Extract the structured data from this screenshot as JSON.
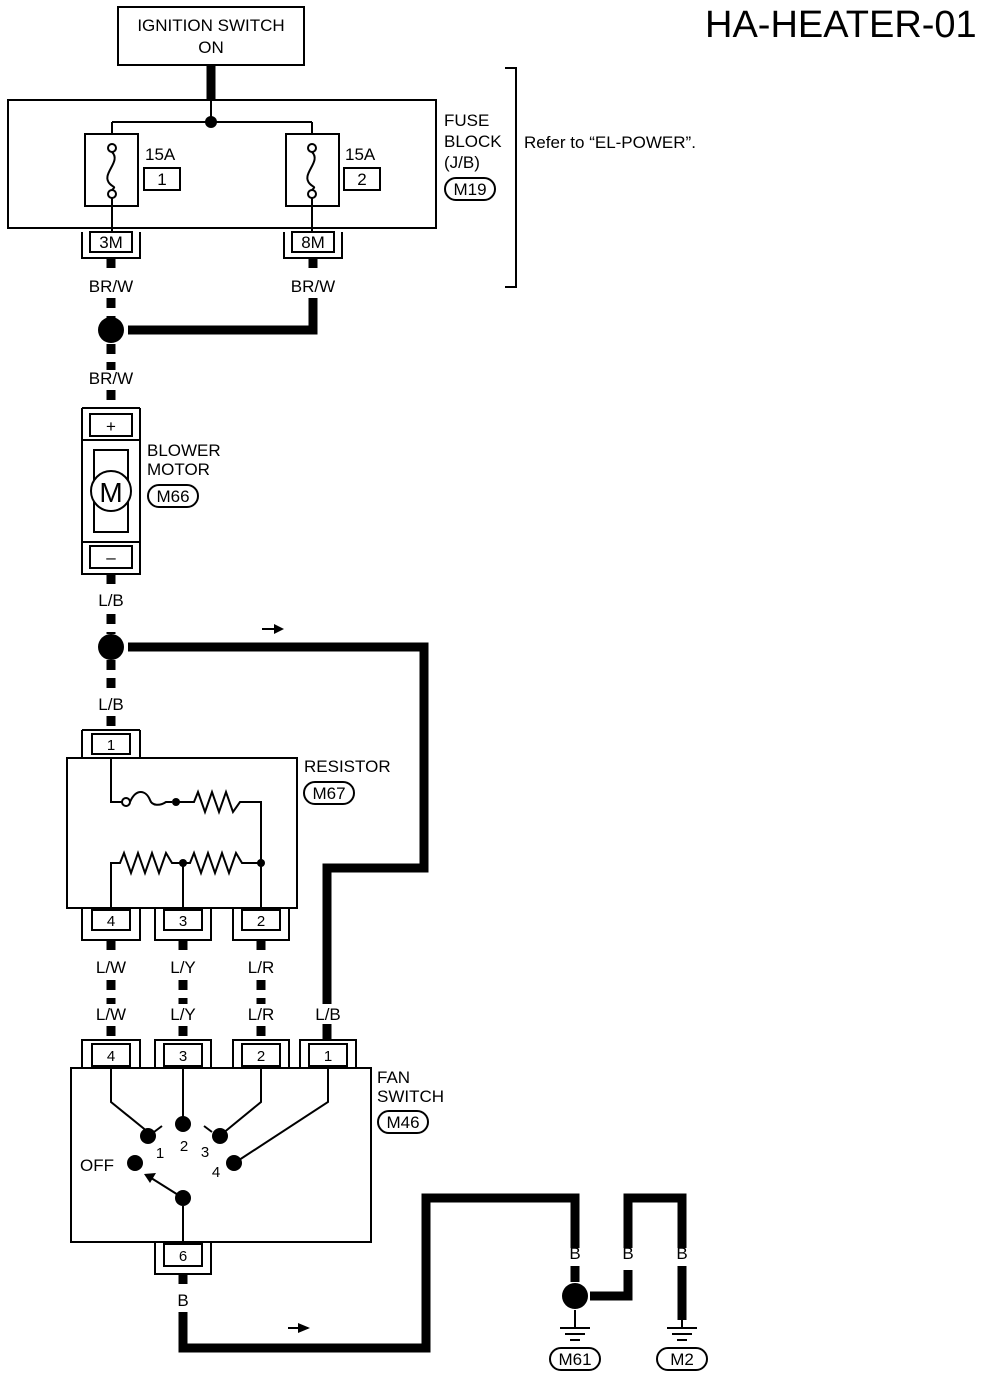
{
  "title": "HA-HEATER-01",
  "ignition": {
    "line1": "IGNITION SWITCH",
    "line2": "ON"
  },
  "fuse_block": {
    "name_line1": "FUSE",
    "name_line2": "BLOCK",
    "name_line3": "(J/B)",
    "connector": "M19",
    "reference": "Refer to “EL-POWER”.",
    "fuses": [
      {
        "rating": "15A",
        "number": "1",
        "terminal": "3M",
        "wire": "BR/W"
      },
      {
        "rating": "15A",
        "number": "2",
        "terminal": "8M",
        "wire": "BR/W"
      }
    ],
    "joined_wire": "BR/W"
  },
  "blower_motor": {
    "name_line1": "BLOWER",
    "name_line2": "MOTOR",
    "connector": "M66",
    "symbol": "M",
    "plus": "+",
    "minus": "–",
    "wire_out": "L/B",
    "wire_to_resistor": "L/B"
  },
  "resistor": {
    "name": "RESISTOR",
    "connector": "M67",
    "terminals": [
      "1",
      "4",
      "3",
      "2"
    ],
    "wires": [
      "L/W",
      "L/Y",
      "L/R"
    ]
  },
  "fan_switch": {
    "name_line1": "FAN",
    "name_line2": "SWITCH",
    "connector": "M46",
    "terminals": [
      "4",
      "3",
      "2",
      "1",
      "6"
    ],
    "wires_in": [
      "L/W",
      "L/Y",
      "L/R",
      "L/B"
    ],
    "positions": [
      "OFF",
      "1",
      "2",
      "3",
      "4"
    ],
    "wire_out": "B"
  },
  "grounds": {
    "wires": [
      "B",
      "B",
      "B"
    ],
    "connectors": [
      "M61",
      "M2"
    ]
  },
  "colors": {
    "line": "#000000",
    "background": "#ffffff"
  }
}
